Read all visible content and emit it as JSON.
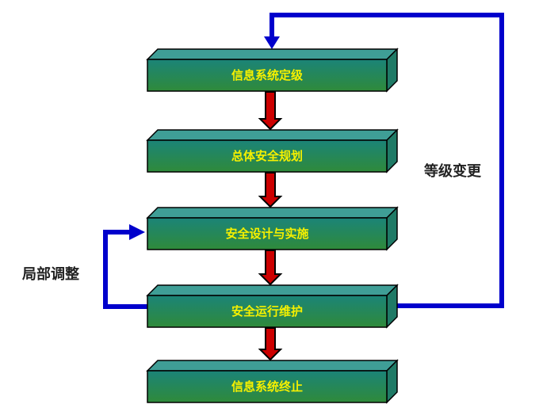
{
  "diagram": {
    "steps": [
      {
        "label": "信息系统定级"
      },
      {
        "label": "总体安全规划"
      },
      {
        "label": "安全设计与实施"
      },
      {
        "label": "安全运行维护"
      },
      {
        "label": "信息系统终止"
      }
    ],
    "loops": {
      "level_change": {
        "label": "等级变更",
        "from_step": 3,
        "to_step": 0
      },
      "local_adjust": {
        "label": "局部调整",
        "from_step": 3,
        "to_step": 2
      }
    },
    "colors": {
      "box_top": "#3f9e96",
      "box_front_top": "#1b8478",
      "box_front_bottom": "#2f8a3a",
      "box_side": "#1f7a66",
      "box_text": "#f5f000",
      "flow_arrow": "#cc0000",
      "loop_line": "#0000cc"
    }
  }
}
